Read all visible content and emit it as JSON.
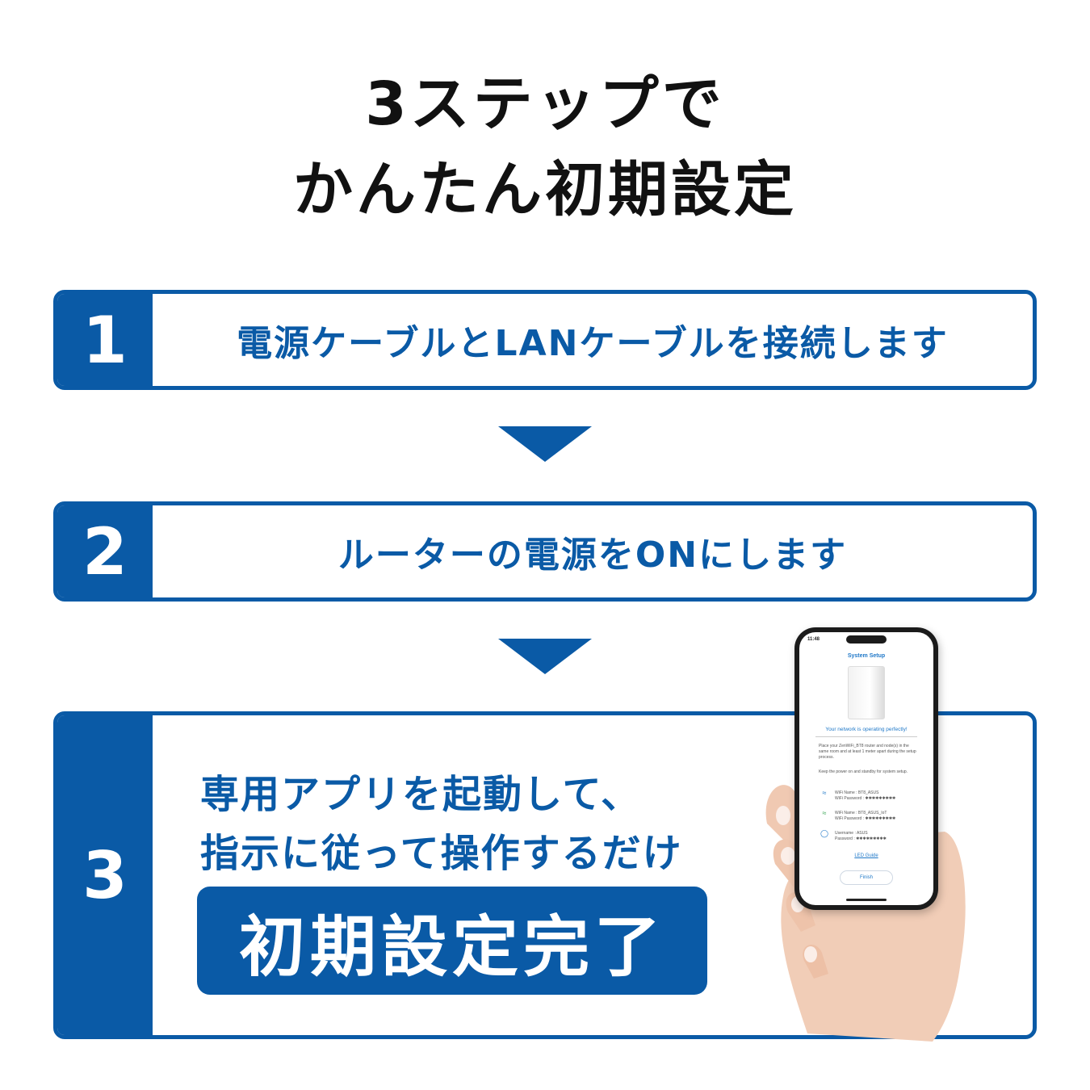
{
  "title": {
    "line1": "3ステップで",
    "line2": "かんたん初期設定"
  },
  "steps": [
    {
      "number": "1",
      "text": "電源ケーブルとLANケーブルを接続します"
    },
    {
      "number": "2",
      "text": "ルーターの電源をONにします"
    },
    {
      "number": "3",
      "line1": "専用アプリを起動して、",
      "line2": "指示に従って操作するだけ",
      "badge": "初期設定完了"
    }
  ],
  "phone": {
    "status_time": "11:48",
    "screen_title": "System Setup",
    "status_message": "Your network is operating perfectly!",
    "paragraph1": "Place your ZenWiFi_BT8 router and node(s) in the same room and at least 1 meter apart during the setup process.",
    "paragraph2": "Keep the power on and standby for system setup.",
    "wifi_rows": [
      {
        "name": "WiFi Name : BT8_ASUS",
        "password": "WiFi Password : ✱✱✱✱✱✱✱✱✱"
      },
      {
        "name": "WiFi Name : BT8_ASUS_IoT",
        "password": "WiFi Password : ✱✱✱✱✱✱✱✱✱"
      },
      {
        "name": "Username : ASUS",
        "password": "Password : ✱✱✱✱✱✱✱✱✱"
      }
    ],
    "led_guide": "LED Guide",
    "finish_button": "Finish"
  },
  "colors": {
    "brand_blue": "#0a5aa6",
    "title_text": "#111111"
  }
}
